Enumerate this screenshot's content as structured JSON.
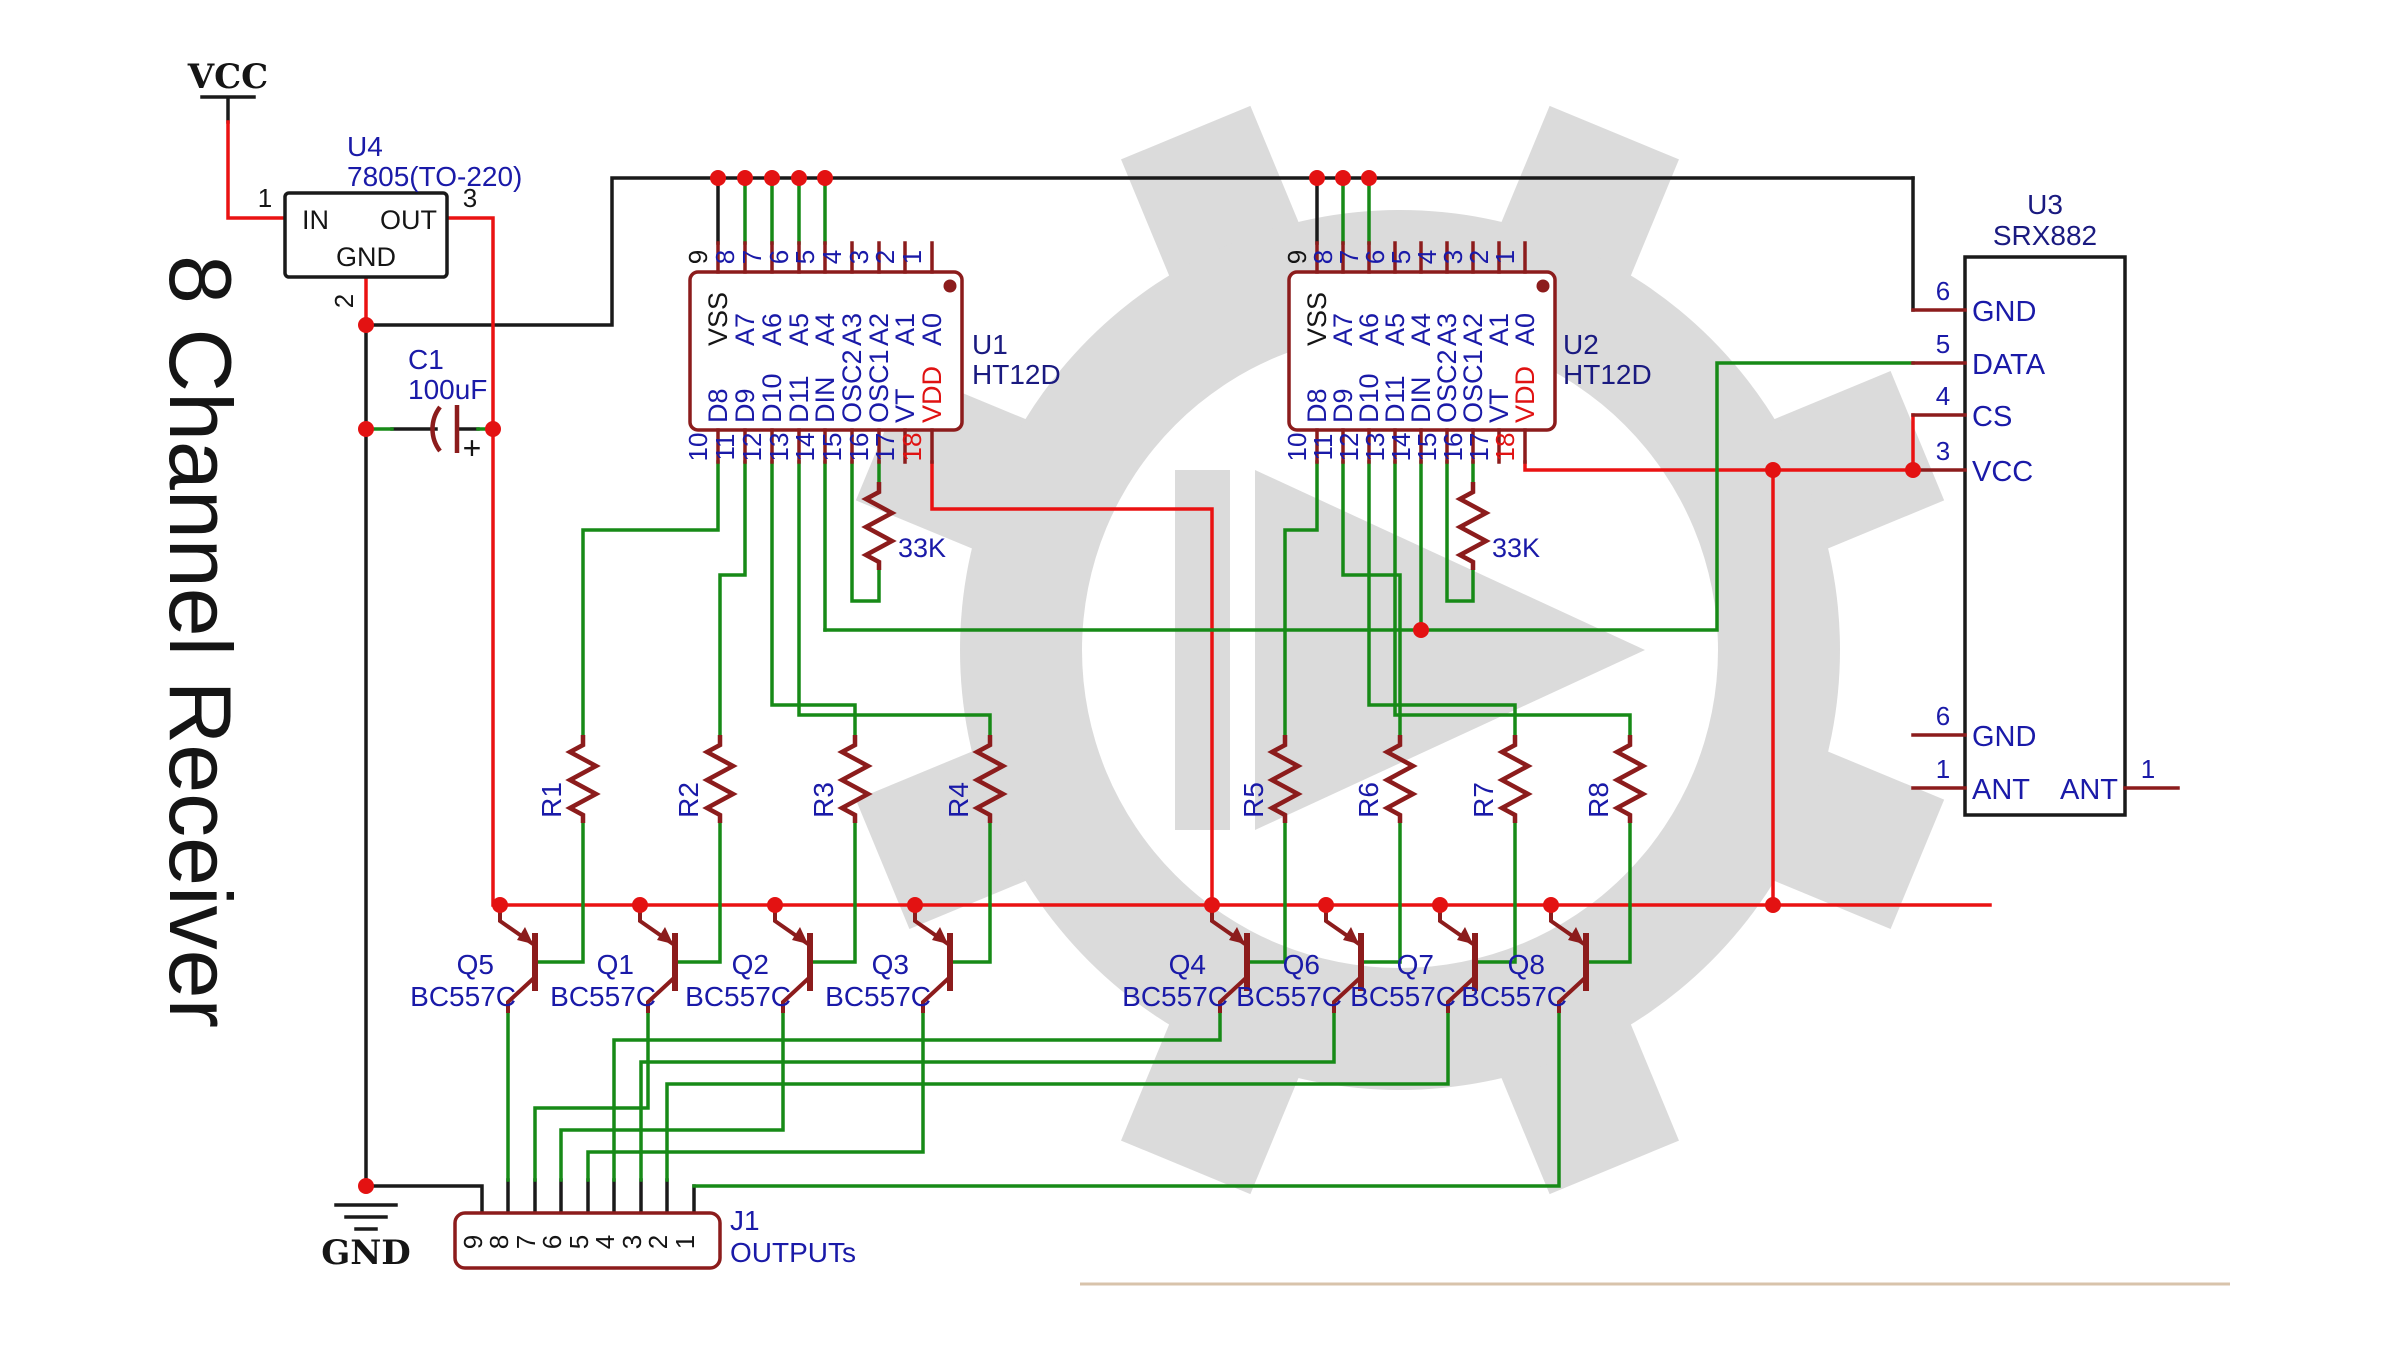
{
  "title": "8 Channel Receiver",
  "power": {
    "vcc": "VCC",
    "gnd": "GND"
  },
  "colors": {
    "wire_green": "#178a17",
    "wire_red": "#ea1212",
    "wire_black": "#1a1a1a",
    "component_maroon": "#8c1c1c",
    "label_blue": "#1a1aa8",
    "label_red": "#e01212",
    "watermark_gray": "#dbdbdb"
  },
  "u4": {
    "ref": "U4",
    "part": "7805(TO-220)",
    "pins": {
      "in": {
        "n": "1",
        "name": "IN"
      },
      "out": {
        "n": "3",
        "name": "OUT"
      },
      "gnd": {
        "n": "2",
        "name": "GND"
      }
    }
  },
  "c1": {
    "ref": "C1",
    "value": "100uF",
    "plus": "+"
  },
  "u1": {
    "ref": "U1",
    "part": "HT12D",
    "res": "33K",
    "top": [
      {
        "n": "9",
        "name": "VSS"
      },
      {
        "n": "8",
        "name": "A7"
      },
      {
        "n": "7",
        "name": "A6"
      },
      {
        "n": "6",
        "name": "A5"
      },
      {
        "n": "5",
        "name": "A4"
      },
      {
        "n": "4",
        "name": "A3"
      },
      {
        "n": "3",
        "name": "A2"
      },
      {
        "n": "2",
        "name": "A1"
      },
      {
        "n": "1",
        "name": "A0"
      }
    ],
    "bottom": [
      {
        "n": "10",
        "name": "D8"
      },
      {
        "n": "11",
        "name": "D9"
      },
      {
        "n": "12",
        "name": "D10"
      },
      {
        "n": "13",
        "name": "D11"
      },
      {
        "n": "14",
        "name": "DIN"
      },
      {
        "n": "15",
        "name": "OSC2"
      },
      {
        "n": "16",
        "name": "OSC1"
      },
      {
        "n": "17",
        "name": "VT"
      },
      {
        "n": "18",
        "name": "VDD"
      }
    ]
  },
  "u2": {
    "ref": "U2",
    "part": "HT12D",
    "res": "33K",
    "top": [
      {
        "n": "9",
        "name": "VSS"
      },
      {
        "n": "8",
        "name": "A7"
      },
      {
        "n": "7",
        "name": "A6"
      },
      {
        "n": "6",
        "name": "A5"
      },
      {
        "n": "5",
        "name": "A4"
      },
      {
        "n": "4",
        "name": "A3"
      },
      {
        "n": "3",
        "name": "A2"
      },
      {
        "n": "2",
        "name": "A1"
      },
      {
        "n": "1",
        "name": "A0"
      }
    ],
    "bottom": [
      {
        "n": "10",
        "name": "D8"
      },
      {
        "n": "11",
        "name": "D9"
      },
      {
        "n": "12",
        "name": "D10"
      },
      {
        "n": "13",
        "name": "D11"
      },
      {
        "n": "14",
        "name": "DIN"
      },
      {
        "n": "15",
        "name": "OSC2"
      },
      {
        "n": "16",
        "name": "OSC1"
      },
      {
        "n": "17",
        "name": "VT"
      },
      {
        "n": "18",
        "name": "VDD"
      }
    ]
  },
  "u3": {
    "ref": "U3",
    "part": "SRX882",
    "pins": {
      "gnd_top": {
        "n": "6",
        "name": "GND"
      },
      "data": {
        "n": "5",
        "name": "DATA"
      },
      "cs": {
        "n": "4",
        "name": "CS"
      },
      "vcc": {
        "n": "3",
        "name": "VCC"
      },
      "gnd_bot": {
        "n": "6",
        "name": "GND"
      },
      "ant_left": {
        "n": "1",
        "name": "ANT"
      },
      "ant_right": {
        "n": "1",
        "name": "ANT"
      }
    }
  },
  "resistors": [
    "R1",
    "R2",
    "R3",
    "R4",
    "R5",
    "R6",
    "R7",
    "R8"
  ],
  "transistors": [
    {
      "ref": "Q5",
      "part": "BC557C"
    },
    {
      "ref": "Q1",
      "part": "BC557C"
    },
    {
      "ref": "Q2",
      "part": "BC557C"
    },
    {
      "ref": "Q3",
      "part": "BC557C"
    },
    {
      "ref": "Q4",
      "part": "BC557C"
    },
    {
      "ref": "Q6",
      "part": "BC557C"
    },
    {
      "ref": "Q7",
      "part": "BC557C"
    },
    {
      "ref": "Q8",
      "part": "BC557C"
    }
  ],
  "j1": {
    "ref": "J1",
    "label": "OUTPUTs",
    "pins": [
      "9",
      "8",
      "7",
      "6",
      "5",
      "4",
      "3",
      "2",
      "1"
    ]
  }
}
